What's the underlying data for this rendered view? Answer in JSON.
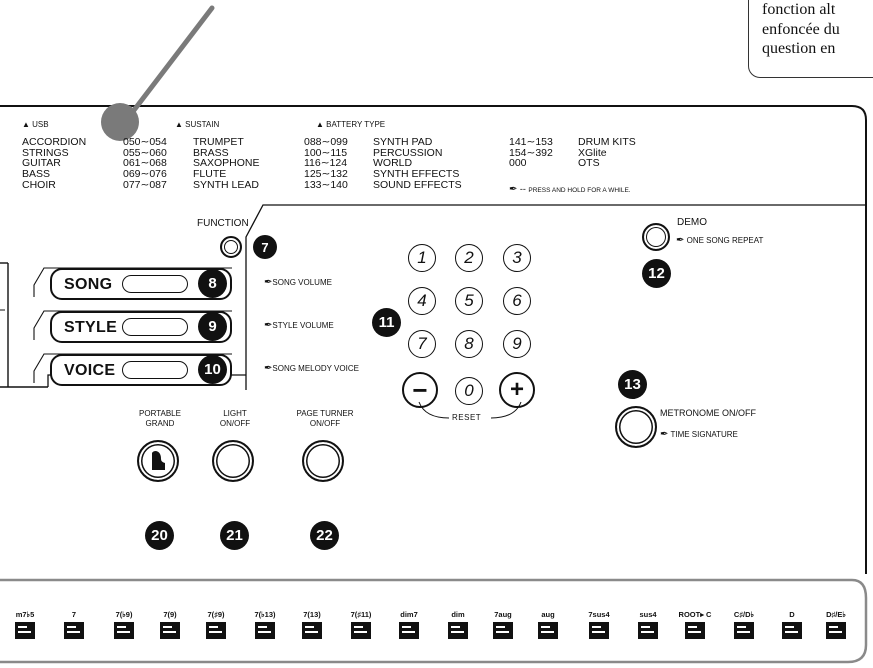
{
  "callout": {
    "lines": [
      "fonction alt",
      "enfoncée du",
      "question en"
    ]
  },
  "indicators": {
    "usb": "USB",
    "sustain": "SUSTAIN",
    "battery": "BATTERY TYPE"
  },
  "voice_list": [
    {
      "names": [
        "ACCORDION",
        "STRINGS",
        "GUITAR",
        "BASS",
        "CHOIR"
      ],
      "ranges": [
        "050∼054",
        "055∼060",
        "061∼068",
        "069∼076",
        "077∼087"
      ]
    },
    {
      "names": [
        "TRUMPET",
        "BRASS",
        "SAXOPHONE",
        "FLUTE",
        "SYNTH LEAD"
      ],
      "ranges": [
        "088∼099",
        "100∼115",
        "116∼124",
        "125∼132",
        "133∼140"
      ]
    },
    {
      "names": [
        "SYNTH PAD",
        "PERCUSSION",
        "WORLD",
        "SYNTH EFFECTS",
        "SOUND EFFECTS"
      ],
      "ranges": [
        "141∼153",
        "154∼392",
        "000"
      ]
    },
    {
      "names": [
        "DRUM KITS",
        "XGlite",
        "OTS"
      ]
    }
  ],
  "hold_note": "PRESS AND HOLD FOR A WHILE.",
  "function_label": "FUNCTION",
  "mode_buttons": [
    {
      "label": "SONG",
      "badge": "8",
      "alt": "SONG VOLUME"
    },
    {
      "label": "STYLE",
      "badge": "9",
      "alt": "STYLE VOLUME"
    },
    {
      "label": "VOICE",
      "badge": "10",
      "alt": "SONG MELODY VOICE"
    }
  ],
  "badges": {
    "function": "7",
    "numpad": "11",
    "demo": "12",
    "metronome": "13",
    "portable_grand": "20",
    "light": "21",
    "page_turner": "22"
  },
  "numpad": {
    "keys": [
      "1",
      "2",
      "3",
      "4",
      "5",
      "6",
      "7",
      "8",
      "9"
    ],
    "minus": "−",
    "zero": "0",
    "plus": "+",
    "reset": "RESET"
  },
  "demo": {
    "label": "DEMO",
    "alt": "ONE SONG REPEAT"
  },
  "metronome": {
    "label": "METRONOME ON/OFF",
    "alt": "TIME SIGNATURE"
  },
  "bottom_buttons": [
    {
      "line1": "PORTABLE",
      "line2": "GRAND"
    },
    {
      "line1": "LIGHT",
      "line2": "ON/OFF"
    },
    {
      "line1": "PAGE TURNER",
      "line2": "ON/OFF"
    }
  ],
  "chords": [
    "m7♭5",
    "7",
    "7(♭9)",
    "7(9)",
    "7(♯9)",
    "7(♭13)",
    "7(13)",
    "7(♯11)",
    "dim7",
    "dim",
    "7aug",
    "aug",
    "7sus4",
    "sus4",
    "ROOT▸ C",
    "C♯/D♭",
    "D",
    "D♯/E♭"
  ],
  "chord_icons": [
    "hand-icon",
    "hand-icon",
    "hand-icon",
    "hand-icon",
    "hand-icon",
    "hand-icon",
    "hand-icon",
    "hand-icon",
    "hand-icon",
    "hand-icon",
    "hand-icon",
    "hand-icon",
    "hand-icon",
    "hand-icon",
    "hand-icon",
    "hand-icon",
    "hand-icon",
    "hand-icon"
  ],
  "colors": {
    "ink": "#111111",
    "callout_dot": "#7a7a7a"
  }
}
